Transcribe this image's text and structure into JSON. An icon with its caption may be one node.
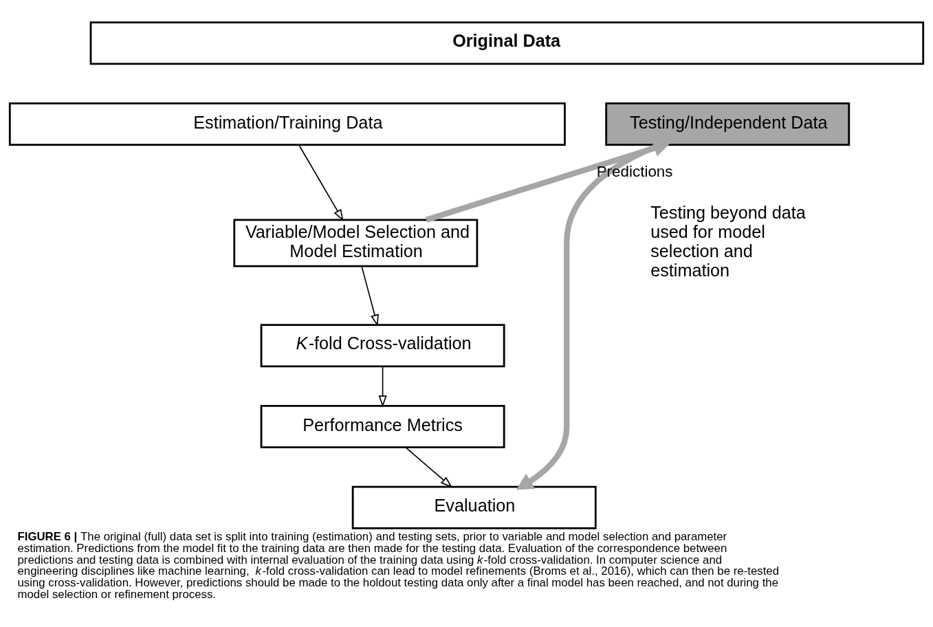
{
  "diagram": {
    "caption": "**FIGURE 6 |** The original (full) data set is split into training (estimation) and testing sets, prior to variable and model selection and parameter estimation. Predictions from the model fit to the training data are then made for the testing data. Evaluation of the correspondence between predictions and testing data is combined with internal evaluation of the training data using *k*-fold cross-validation. In computer science and engineering disciplines like machine learning, *k*-fold cross-validation can lead to model refinements (Broms et al., 2016), which can then be re-tested using cross-validation. However, predictions should be made to the holdout testing data only after a final model has been reached, and not during the model selection or refinement process.",
    "nodes": [
      {
        "text": [
          "Original Data"
        ]
      },
      {
        "text": [
          "Estimation/Training Data"
        ]
      },
      {
        "text": [
          "Testing/Independent Data"
        ]
      },
      {
        "text": [
          "Variable/Model Selection and Model Estimation"
        ]
      },
      {
        "text": [
          "*K*-fold Cross-validation"
        ]
      },
      {
        "text": [
          "Performance Metrics"
        ]
      },
      {
        "text": [
          "Evaluation"
        ]
      }
    ],
    "edges": [
      {
        "from": 1,
        "to": 3,
        "arrow": "to"
      },
      {
        "from": 3,
        "to": 4,
        "arrow": "to"
      },
      {
        "from": 4,
        "to": 5,
        "arrow": "to"
      },
      {
        "from": 5,
        "to": 6,
        "arrow": "to"
      },
      {
        "from": 3,
        "to": 2,
        "arrow": "to",
        "label": "Predictions",
        "style": "thick",
        "color": "#a6a6a6"
      },
      {
        "from": 2,
        "to": 6,
        "arrow": "to",
        "style": "thick",
        "color": "#a6a6a6"
      }
    ],
    "labels": [
      "Testing beyond data used for model selection and estimation"
    ]
  }
}
